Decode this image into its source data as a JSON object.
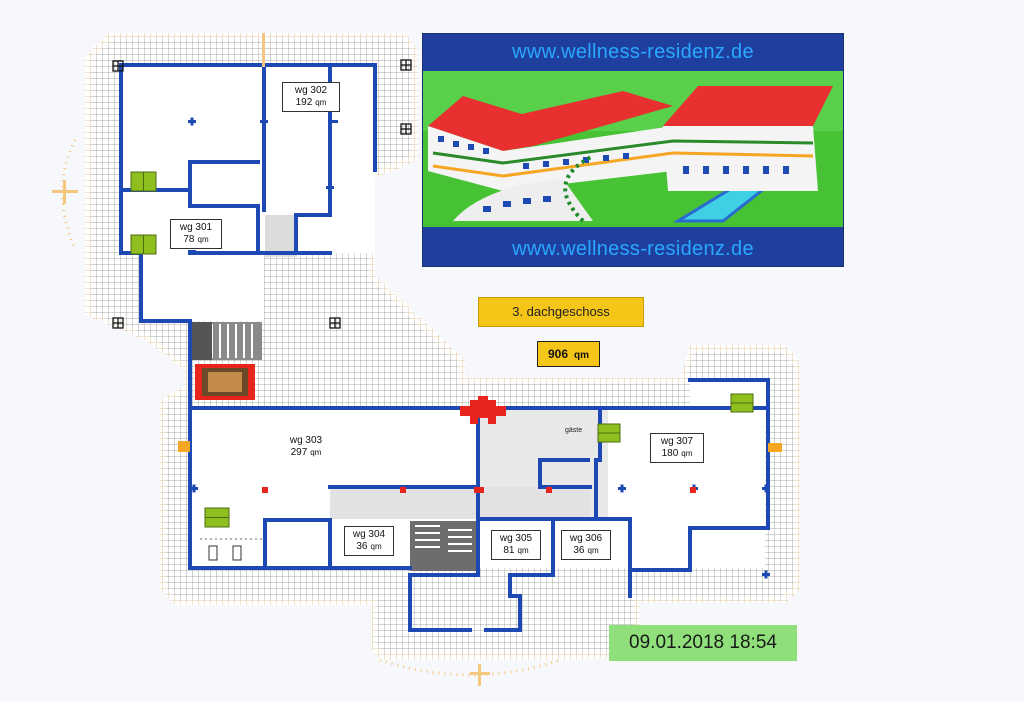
{
  "banner": {
    "url_top": "www.wellness-residenz.de",
    "url_bottom": "www.wellness-residenz.de"
  },
  "floor": {
    "name": "3. dachgeschoss",
    "total_area_value": "906",
    "total_area_unit": "qm"
  },
  "units": [
    {
      "name": "wg 302",
      "area": "192",
      "unit": "qm"
    },
    {
      "name": "wg 301",
      "area": "78",
      "unit": "qm"
    },
    {
      "name": "wg 303",
      "area": "297",
      "unit": "qm"
    },
    {
      "name": "wg 307",
      "area": "180",
      "unit": "qm"
    },
    {
      "name": "wg 304",
      "area": "36",
      "unit": "qm"
    },
    {
      "name": "wg 305",
      "area": "81",
      "unit": "qm"
    },
    {
      "name": "wg 306",
      "area": "36",
      "unit": "qm"
    }
  ],
  "guest_room": "gäste",
  "timestamp": "09.01.2018 18:54",
  "colors": {
    "wall": "#1d49b5",
    "terrace_grid": "#8c8c8c",
    "terrace_edge": "#d8b98a",
    "window_green": "#8fbf1f",
    "highlight_red": "#e8251d",
    "accent_orange": "#f5a623",
    "floor_tag": "#f5c518",
    "stamp": "#8fe07a",
    "banner_bg": "#1f3f9e",
    "banner_text": "#2aa7ff"
  }
}
